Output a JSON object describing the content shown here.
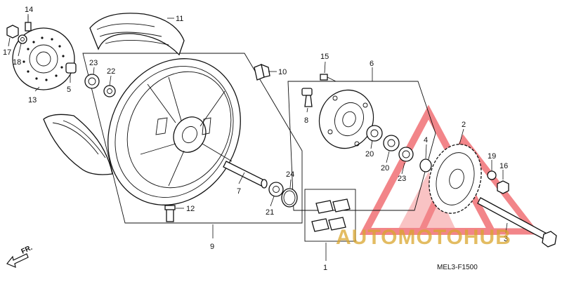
{
  "diagram": {
    "code": "MEL3-F1500",
    "direction_label": "FR.",
    "watermark": {
      "text": "AUTOMOTOHUB",
      "accent": "#e8232a",
      "secondary": "#d9a62e"
    },
    "part_numbers": {
      "p1": "1",
      "p2": "2",
      "p3": "3",
      "p4": "4",
      "p5": "5",
      "p6": "6",
      "p7": "7",
      "p8": "8",
      "p9": "9",
      "p10": "10",
      "p11": "11",
      "p12": "12",
      "p13": "13",
      "p14": "14",
      "p15": "15",
      "p16": "16",
      "p17": "17",
      "p18": "18",
      "p19": "19",
      "p20a": "20",
      "p20b": "20",
      "p21": "21",
      "p22": "22",
      "p23a": "23",
      "p23b": "23",
      "p24": "24"
    }
  }
}
